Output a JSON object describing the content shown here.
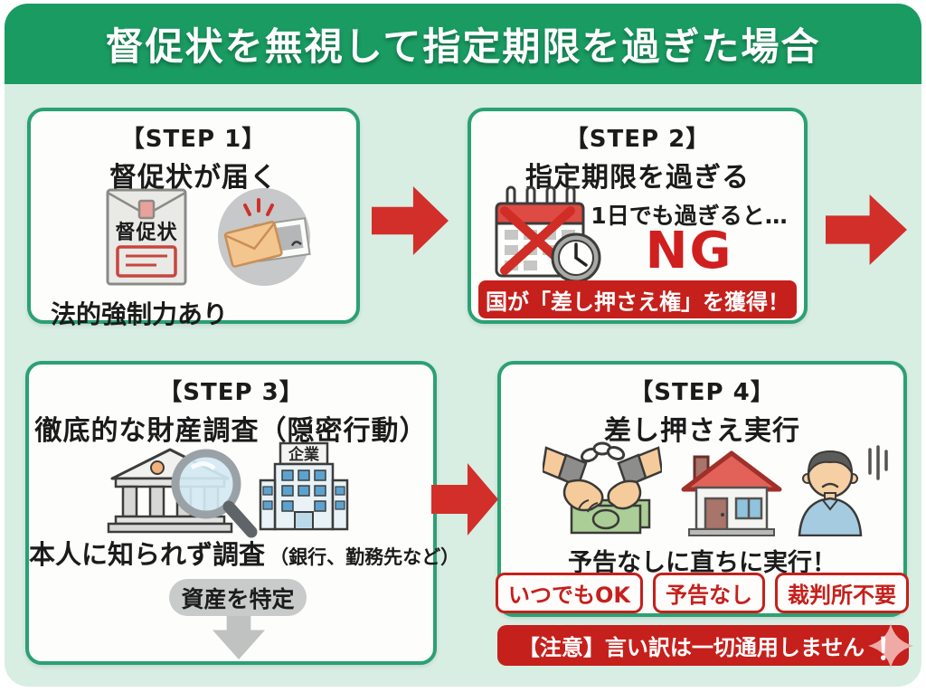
{
  "colors": {
    "background_green": "#d8eee3",
    "header_green": "#199b61",
    "box_border_green": "#2ba173",
    "accent_red": "#c5201c",
    "arrow_red": "#d22f2a",
    "ng_red": "#d01f1f",
    "gray_pill": "#c9cbca"
  },
  "header": {
    "title": "督促状を無視して指定期限を過ぎた場合"
  },
  "step1": {
    "label": "【STEP 1】",
    "title": "督促状が届く",
    "envelope_text": "督促状",
    "note": "法的強制力あり"
  },
  "step2": {
    "label": "【STEP 2】",
    "title": "指定期限を過ぎる",
    "caption": "1日でも過ぎると…",
    "verdict": "NG",
    "banner": "国が「差し押さえ権」を獲得！"
  },
  "step3": {
    "label": "【STEP 3】",
    "title": "徹底的な財産調査（隠密行動）",
    "building_sign": "企業",
    "note": "本人に知られず調査",
    "note_detail": "（銀行、勤務先など）",
    "result": "資産を特定"
  },
  "step4": {
    "label": "【STEP 4】",
    "title": "差し押さえ実行",
    "note": "予告なしに直ちに実行！",
    "badges": [
      "いつでもOK",
      "予告なし",
      "裁判所不要"
    ]
  },
  "footer": {
    "warning": "【注意】言い訳は一切通用しません",
    "exclamation": "！"
  }
}
